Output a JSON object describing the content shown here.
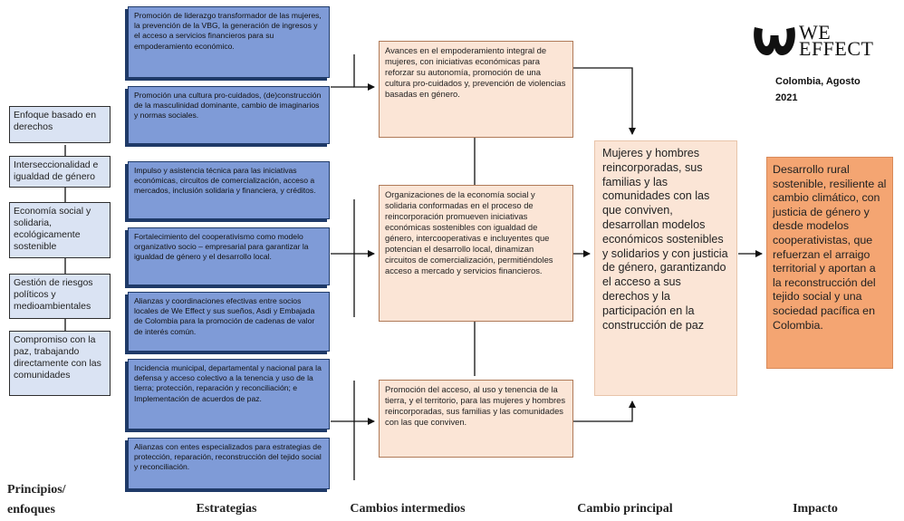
{
  "logo": {
    "line1": "WE",
    "line2": "EFFECT",
    "caption_line1": "Colombia, Agosto",
    "caption_line2": "2021"
  },
  "principles": [
    "Enfoque basado en derechos",
    "Interseccionalidad e igualdad de género",
    "Economía social y solidaria, ecológicamente sostenible",
    "Gestión de riesgos políticos y medioambientales",
    "Compromiso con la paz, trabajando directamente con las comunidades"
  ],
  "strategies": [
    "Promoción de liderazgo transformador de las mujeres, la prevención de la VBG, la generación de ingresos y el acceso a servicios financieros para su empoderamiento económico.",
    "Promoción una cultura pro-cuidados, (de)construcción de la masculinidad dominante, cambio de imaginarios y normas sociales.",
    "Impulso y asistencia técnica para las iniciativas económicas, circuitos de comercialización, acceso a mercados, inclusión solidaria y financiera, y créditos.",
    "Fortalecimiento del cooperativismo como modelo organizativo socio – empresarial para garantizar la igualdad de género y el desarrollo local.",
    "Alianzas y coordinaciones efectivas entre socios locales de We Effect y sus sueños, Asdi y Embajada de Colombia para la promoción de cadenas de valor de interés común.",
    "Incidencia municipal, departamental y nacional para la defensa y acceso colectivo a la tenencia y uso de la tierra; protección, reparación y reconciliación; e Implementación de acuerdos de paz.",
    "Alianzas con entes especializados para estrategias de protección, reparación, reconstrucción del tejido social y reconciliación."
  ],
  "intermediate_changes": [
    "Avances en el empoderamiento integral de mujeres, con iniciativas económicas para reforzar su autonomía, promoción de una cultura pro-cuidados y, prevención de violencias basadas en género.",
    "Organizaciones de la economía social y solidaria conformadas en el proceso de reincorporación promueven iniciativas económicas sostenibles con igualdad de género, intercooperativas e incluyentes que potencian el desarrollo local, dinamizan circuitos de comercialización, permitiéndoles acceso a mercado y servicios financieros.",
    "Promoción del acceso, al uso y tenencia de la tierra, y el territorio, para las mujeres y hombres reincorporadas, sus familias y las comunidades con las que conviven."
  ],
  "main_change": "Mujeres y hombres reincorporadas, sus familias y las comunidades con las que conviven, desarrollan modelos económicos sostenibles y solidarios y con justicia de género, garantizando el acceso a sus derechos y la participación en la construcción de paz",
  "impact": "Desarrollo rural sostenible, resiliente al cambio climático, con justicia de género y desde modelos cooperativistas, que refuerzan el arraigo territorial y aportan a la reconstrucción del tejido social y una sociedad pacífica en Colombia.",
  "column_labels": {
    "principles_line1": "Principios/",
    "principles_line2": "enfoques",
    "strategies": "Estrategias",
    "intermediate": "Cambios intermedios",
    "main": "Cambio principal",
    "impact": "Impacto"
  },
  "colors": {
    "principle_fill": "#dae3f3",
    "strategy_fill": "#7f9bd7",
    "change_fill": "#fbe5d6",
    "impact_fill": "#f4a572"
  }
}
